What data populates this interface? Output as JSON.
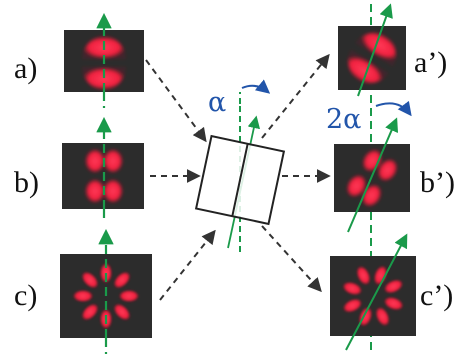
{
  "labels": {
    "a": "a)",
    "b": "b)",
    "c": "c)",
    "a_prime": "a’)",
    "b_prime": "b’)",
    "c_prime": "c’)"
  },
  "angles": {
    "alpha": "α",
    "two_alpha": "2α"
  },
  "colors": {
    "spot": "#ff2a4a",
    "panel": "#2c2c2c",
    "axis": "#1a9a4a",
    "rotation": "#2255aa",
    "arrow": "#333333",
    "prism_stroke": "#222222"
  }
}
